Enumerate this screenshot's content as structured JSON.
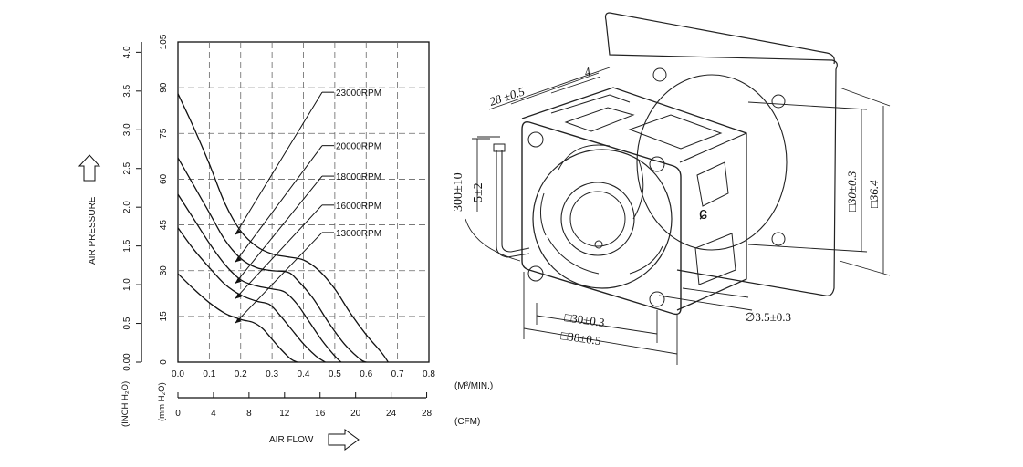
{
  "chart_data": {
    "type": "line",
    "x_unit_top": "(M³/MIN.)",
    "x_unit_bottom": "(CFM)",
    "xlabel": "AIR FLOW",
    "ylabel": "AIR PRESSURE",
    "y_unit_left": "(INCH H₂O)",
    "y_unit_right": "(mm H₂O)",
    "xlim": [
      0,
      0.8
    ],
    "ylim_mm": [
      0,
      105
    ],
    "x_ticks": [
      "0.0",
      "0.1",
      "0.2",
      "0.3",
      "0.4",
      "0.5",
      "0.6",
      "0.7",
      "0.8"
    ],
    "cfm_ticks": [
      "0",
      "4",
      "8",
      "12",
      "16",
      "20",
      "24",
      "28"
    ],
    "mm_ticks": [
      "0",
      "15",
      "30",
      "45",
      "60",
      "75",
      "90",
      "105"
    ],
    "inch_ticks": [
      "0.00",
      "0.5",
      "1.0",
      "1.5",
      "2.0",
      "2.5",
      "3.0",
      "3.5",
      "4.0"
    ],
    "grid": true,
    "series": [
      {
        "name": "23000RPM",
        "points": [
          [
            0,
            88
          ],
          [
            0.05,
            77
          ],
          [
            0.1,
            65
          ],
          [
            0.15,
            52
          ],
          [
            0.2,
            43
          ],
          [
            0.25,
            38
          ],
          [
            0.3,
            35.5
          ],
          [
            0.35,
            34.5
          ],
          [
            0.4,
            33.5
          ],
          [
            0.45,
            30
          ],
          [
            0.5,
            24
          ],
          [
            0.55,
            16
          ],
          [
            0.6,
            9
          ],
          [
            0.65,
            3
          ],
          [
            0.67,
            0
          ]
        ]
      },
      {
        "name": "20000RPM",
        "points": [
          [
            0,
            67
          ],
          [
            0.05,
            58
          ],
          [
            0.1,
            49
          ],
          [
            0.15,
            40
          ],
          [
            0.2,
            34
          ],
          [
            0.25,
            31
          ],
          [
            0.3,
            30
          ],
          [
            0.35,
            29.5
          ],
          [
            0.38,
            27
          ],
          [
            0.43,
            21
          ],
          [
            0.48,
            13
          ],
          [
            0.53,
            6
          ],
          [
            0.58,
            1
          ],
          [
            0.6,
            0
          ]
        ]
      },
      {
        "name": "18000RPM",
        "points": [
          [
            0,
            55
          ],
          [
            0.05,
            47
          ],
          [
            0.1,
            39
          ],
          [
            0.15,
            32
          ],
          [
            0.2,
            27
          ],
          [
            0.25,
            25
          ],
          [
            0.3,
            24
          ],
          [
            0.34,
            23
          ],
          [
            0.38,
            19
          ],
          [
            0.42,
            13
          ],
          [
            0.46,
            7
          ],
          [
            0.5,
            2
          ],
          [
            0.52,
            0
          ]
        ]
      },
      {
        "name": "16000RPM",
        "points": [
          [
            0,
            44
          ],
          [
            0.05,
            37
          ],
          [
            0.1,
            31
          ],
          [
            0.15,
            25.5
          ],
          [
            0.2,
            22
          ],
          [
            0.25,
            20
          ],
          [
            0.29,
            19
          ],
          [
            0.32,
            16
          ],
          [
            0.36,
            11
          ],
          [
            0.4,
            6
          ],
          [
            0.44,
            2
          ],
          [
            0.47,
            0
          ]
        ]
      },
      {
        "name": "13000RPM",
        "points": [
          [
            0,
            29
          ],
          [
            0.05,
            24
          ],
          [
            0.1,
            19.5
          ],
          [
            0.15,
            16
          ],
          [
            0.2,
            14
          ],
          [
            0.24,
            13
          ],
          [
            0.27,
            11
          ],
          [
            0.3,
            7.5
          ],
          [
            0.33,
            4
          ],
          [
            0.36,
            1
          ],
          [
            0.38,
            0
          ]
        ]
      }
    ],
    "legend_label_pos_mm": [
      88.5,
      71,
      61,
      51.5,
      42.5
    ]
  },
  "drawing": {
    "dim_28": "28 ±0.5",
    "dim_4": "4",
    "dim_300": "300±10",
    "dim_5": "5±2",
    "dim_30_side": "□30±0.3",
    "dim_36": "□36.4",
    "dim_hole": "∅3.5±0.3",
    "dim_30_bottom": "□30±0.3",
    "dim_38": "□38±0.5"
  }
}
